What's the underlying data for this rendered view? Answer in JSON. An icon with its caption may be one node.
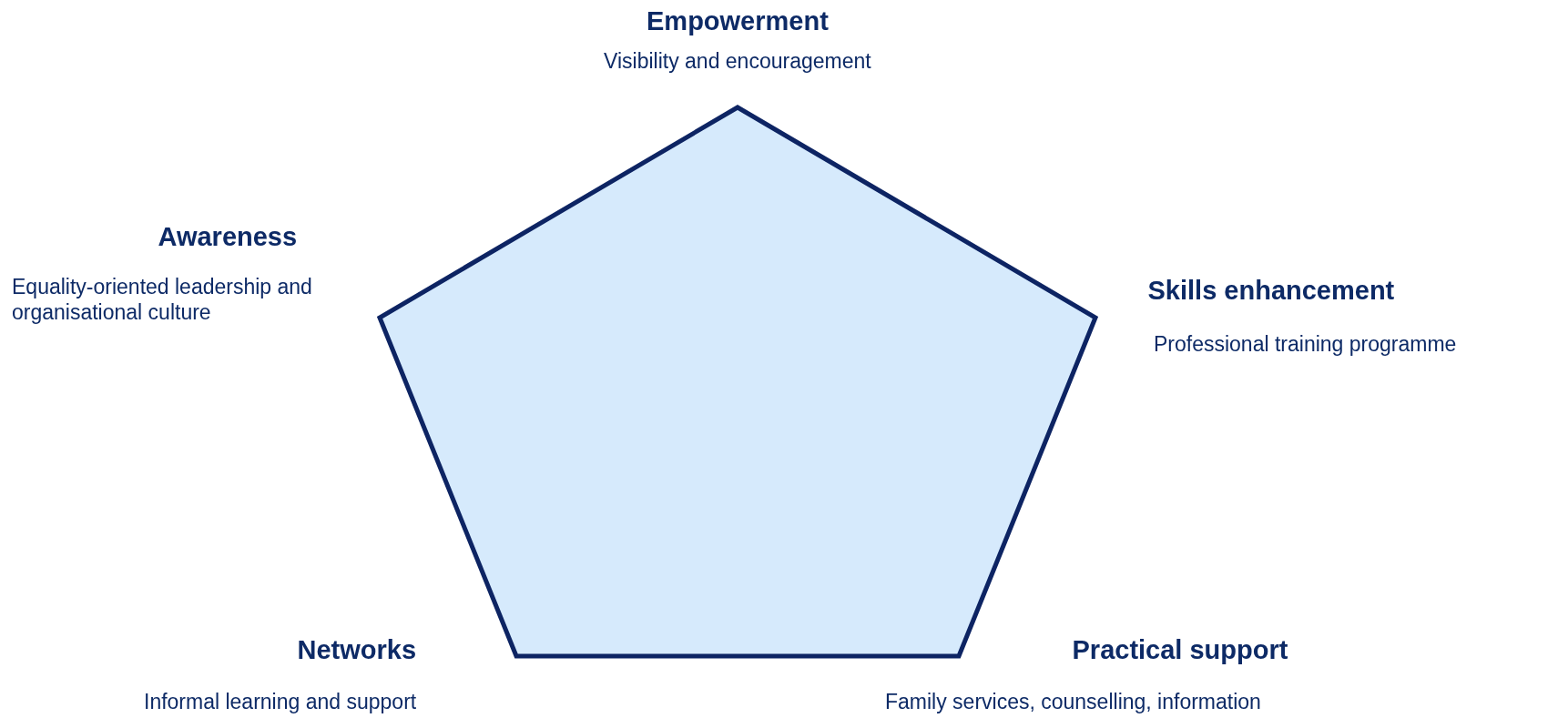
{
  "diagram": {
    "labels": [
      "Empowerment",
      "Visibility and encouragement",
      "Awareness",
      "Equality-oriented leadership and organisational culture",
      "Skills enhancement",
      "Professional training programme",
      "Networks",
      "Informal learning and support",
      "Practical support",
      "Family services, counselling, information"
    ]
  }
}
